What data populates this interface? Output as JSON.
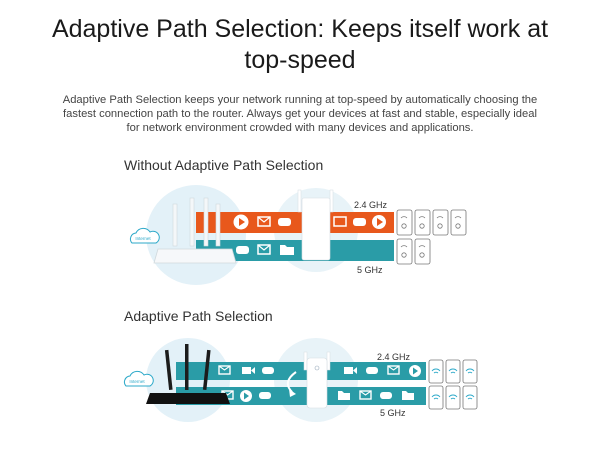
{
  "header": {
    "title_line1": "Adaptive Path Selection: Keeps itself work at",
    "title_line2": "top-speed"
  },
  "description": {
    "line1": "Adaptive Path Selection keeps your network running at top-speed by automatically choosing the",
    "line2": "fastest connection path to the router. Always get your devices at fast and stable, especially ideal",
    "line3": "for network environment crowded with many devices and applications."
  },
  "diagram_top": {
    "label": "Without Adaptive Path Selection",
    "band_a": "2.4 GHz",
    "band_b": "5 GHz",
    "cloud_label": "Internet"
  },
  "diagram_bottom": {
    "label": "Adaptive Path Selection",
    "band_a": "2.4 GHz",
    "band_b": "5 GHz",
    "cloud_label": "Internet"
  },
  "colors": {
    "orange": "#e8581c",
    "teal": "#2a9ca7",
    "halo": "#e3f1f8",
    "icon_blue": "#2ca9c9"
  }
}
